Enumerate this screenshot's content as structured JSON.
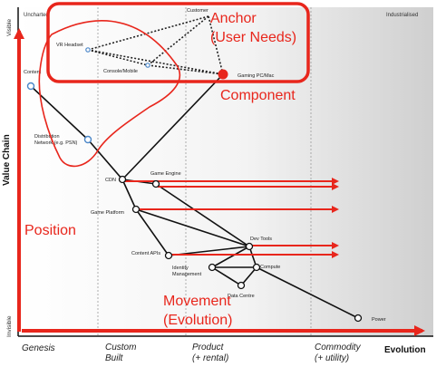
{
  "axes": {
    "y_title": "Value Chain",
    "y_top": "Visible",
    "y_bottom": "Invisible",
    "x_title": "Evolution",
    "stages": [
      "Genesis",
      "Custom\nBuilt",
      "Product\n(+ rental)",
      "Commodity\n(+ utility)"
    ],
    "region_left": "Uncharted",
    "region_right": "Industrialised"
  },
  "anchor": {
    "label": "Customer"
  },
  "components": [
    {
      "id": "vr",
      "label": "VR Headset"
    },
    {
      "id": "console",
      "label": "Console/Mobile"
    },
    {
      "id": "gaming",
      "label": "Gaming PC/Mac"
    },
    {
      "id": "content",
      "label": "Content"
    },
    {
      "id": "distribution",
      "label": "Distribution\nNetwork (e.g. PSN)"
    },
    {
      "id": "cdn",
      "label": "CDN"
    },
    {
      "id": "engine",
      "label": "Game Engine"
    },
    {
      "id": "platform",
      "label": "Game Platform"
    },
    {
      "id": "devtools",
      "label": "Dev Tools"
    },
    {
      "id": "contentapis",
      "label": "Content APIs"
    },
    {
      "id": "identity",
      "label": "Identity\nManagement"
    },
    {
      "id": "compute",
      "label": "Compute"
    },
    {
      "id": "datacentre",
      "label": "Data Centre"
    },
    {
      "id": "power",
      "label": "Power"
    }
  ],
  "annotations": {
    "anchor": "Anchor\n(User Needs)",
    "component": "Component",
    "position": "Position",
    "movement": "Movement\n(Evolution)"
  },
  "colors": {
    "accent": "#e8261c",
    "line": "#111111",
    "dashed": "#222222",
    "blue": "#4a86c8"
  }
}
